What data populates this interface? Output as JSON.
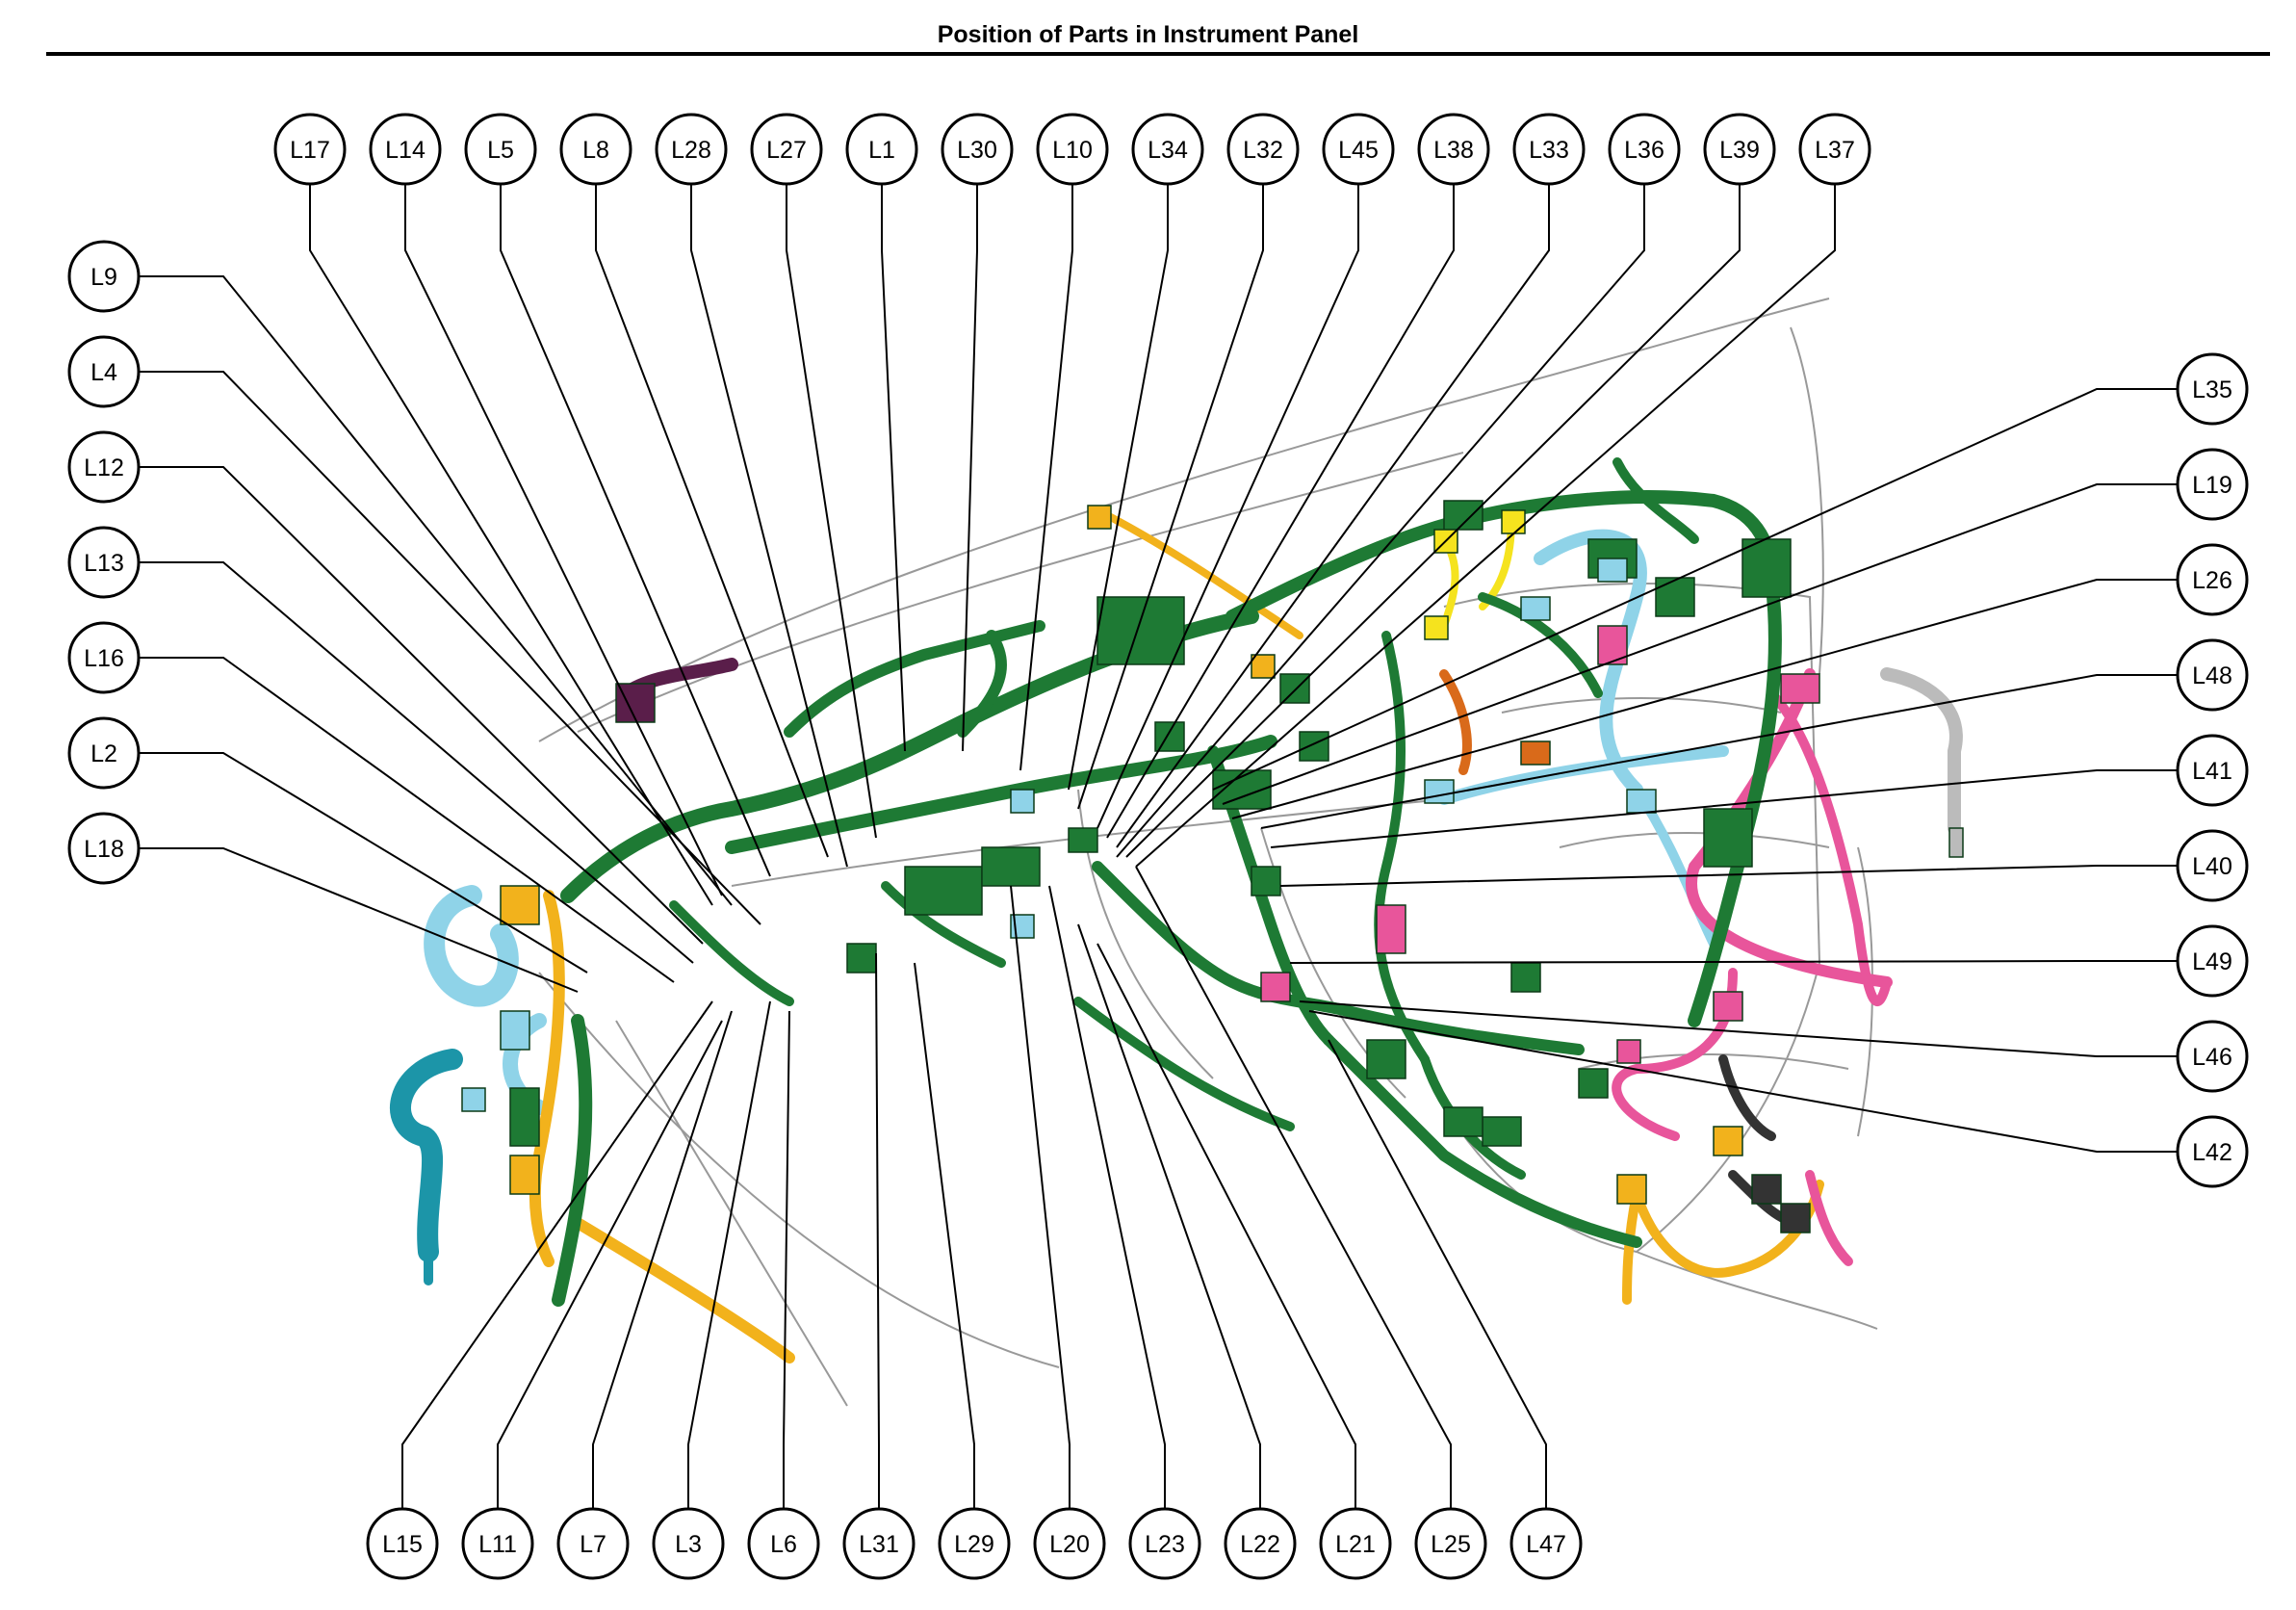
{
  "title": "Position of Parts in Instrument Panel",
  "colors": {
    "harness_main": "#1e7a34",
    "harness_light_blue": "#8fd3e8",
    "harness_teal": "#1c95a8",
    "harness_yellow_orange": "#f2b21c",
    "harness_pink": "#e8559b",
    "harness_orange": "#d96a1a",
    "harness_yellow": "#f5e31e",
    "harness_purple": "#5a1e4a",
    "harness_black": "#333333",
    "harness_gray": "#bbbbbb",
    "panel_outline": "#999999"
  },
  "callouts": {
    "top": [
      "L17",
      "L14",
      "L5",
      "L8",
      "L28",
      "L27",
      "L1",
      "L30",
      "L10",
      "L34",
      "L32",
      "L45",
      "L38",
      "L33",
      "L36",
      "L39",
      "L37"
    ],
    "left": [
      "L9",
      "L4",
      "L12",
      "L13",
      "L16",
      "L2",
      "L18"
    ],
    "right": [
      "L35",
      "L19",
      "L26",
      "L48",
      "L41",
      "L40",
      "L49",
      "L46",
      "L42"
    ],
    "bottom": [
      "L15",
      "L11",
      "L7",
      "L3",
      "L6",
      "L31",
      "L29",
      "L20",
      "L23",
      "L22",
      "L21",
      "L25",
      "L47"
    ]
  }
}
